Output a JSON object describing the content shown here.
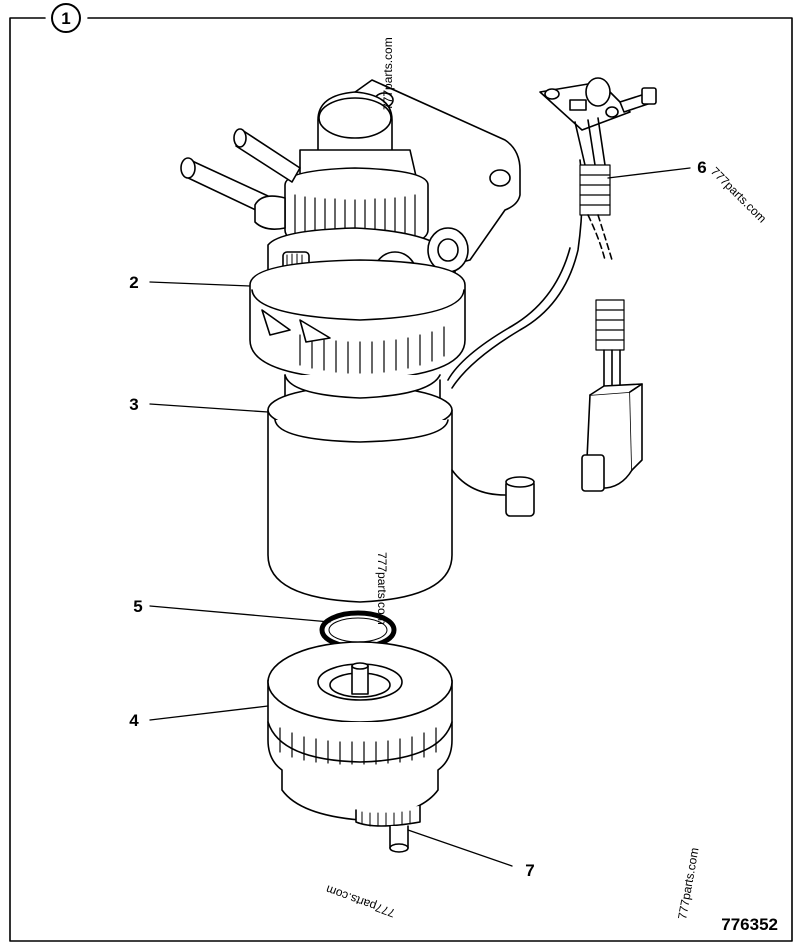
{
  "figure": {
    "index_label": "1",
    "drawing_number": "776352",
    "watermarks": [
      "777parts.com",
      "777parts.com",
      "777parts.com",
      "777parts.com",
      "777parts.com"
    ],
    "callouts": [
      {
        "label": "2",
        "part": "filter head / bowl ring"
      },
      {
        "label": "3",
        "part": "filter element"
      },
      {
        "label": "4",
        "part": "water separator bowl"
      },
      {
        "label": "5",
        "part": "o-ring"
      },
      {
        "label": "6",
        "part": "wiring harness"
      },
      {
        "label": "7",
        "part": "drain tap"
      }
    ]
  }
}
